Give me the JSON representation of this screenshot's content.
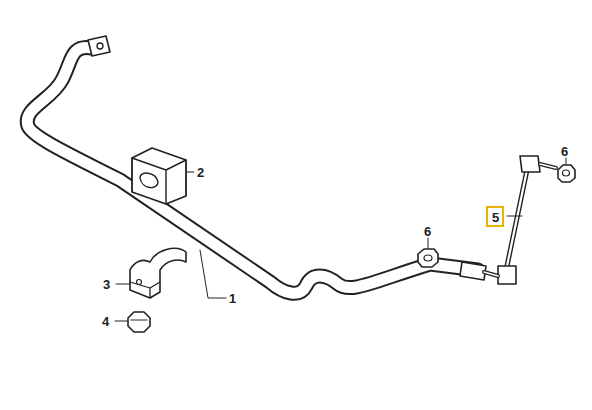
{
  "diagram": {
    "nodes": [
      {
        "text": [
          "5"
        ]
      }
    ],
    "labels": [
      "6",
      "2",
      "6",
      "3",
      "1",
      "4"
    ]
  }
}
